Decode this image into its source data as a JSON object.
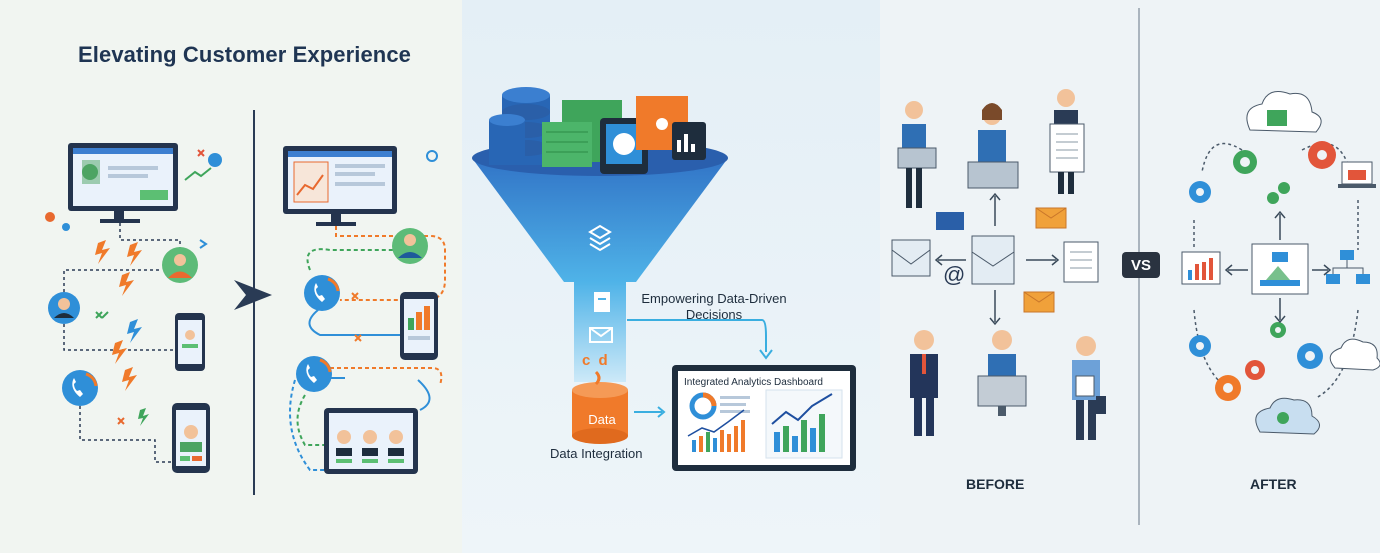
{
  "panel_left": {
    "title": "Elevating Customer Experience"
  },
  "panel_middle": {
    "caption_right": "Empowering Data-Driven Decisions",
    "caption_right_line1": "Empowering Data-Driven",
    "caption_right_line2": "Decisions",
    "database_label": "Data",
    "database_caption": "Data Integration",
    "dashboard_title": "Integrated Analytics Dashboard",
    "funnel_glyph": "c d"
  },
  "panel_right": {
    "badge": "VS",
    "before_label": "BEFORE",
    "after_label": "AFTER",
    "email_symbol": "@"
  },
  "colors": {
    "navy": "#1f3553",
    "blue": "#2f8fd8",
    "orange": "#f07a2a",
    "green": "#3fa55b",
    "red": "#e2553a"
  }
}
